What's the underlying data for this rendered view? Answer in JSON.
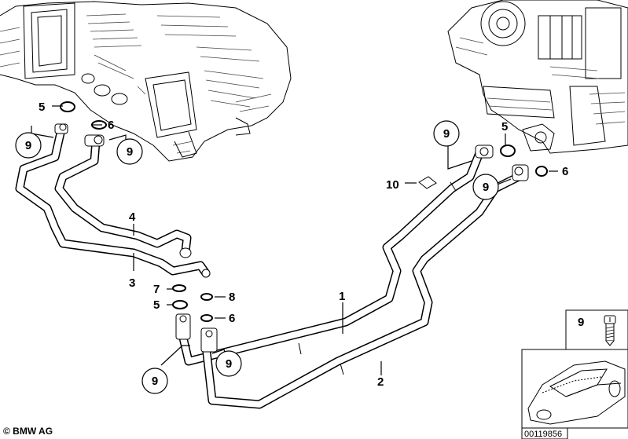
{
  "labels": {
    "l1": "1",
    "l2": "2",
    "l3": "3",
    "l4": "4",
    "l5a": "5",
    "l5b": "5",
    "l5c": "5",
    "l6a": "6",
    "l6b": "6",
    "l6c": "6",
    "l7": "7",
    "l8": "8",
    "l10": "10",
    "c9a": "9",
    "c9b": "9",
    "c9c": "9",
    "c9d": "9",
    "c9e": "9",
    "c9f": "9",
    "legend9": "9"
  },
  "footer": {
    "copyright": "© BMW AG",
    "image_number": "00119856"
  }
}
